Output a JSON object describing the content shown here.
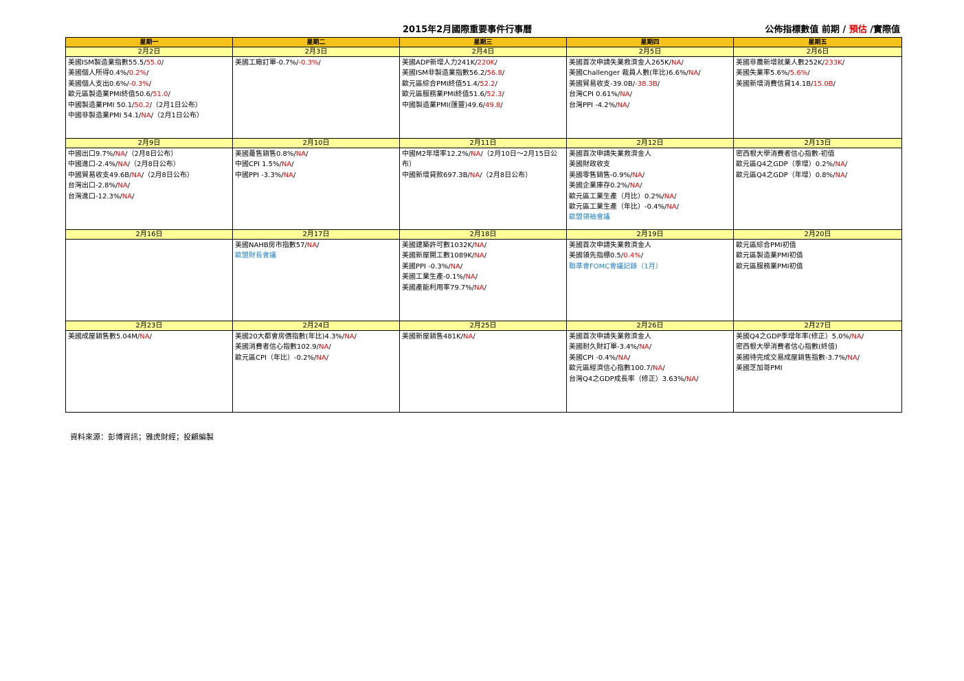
{
  "title": "2015年2月國際重要事件行事曆",
  "legend": {
    "a": "公佈指標數值  前期 / ",
    "b": "預估",
    "c": " /實際值"
  },
  "colors": {
    "header": "#f5c21b",
    "date": "#ffff99",
    "forecast": "#e60000",
    "event": "#1f7fc4"
  },
  "weekdays": [
    "星期一",
    "星期二",
    "星期三",
    "星期四",
    "星期五"
  ],
  "weeks": [
    {
      "days": [
        {
          "date": "2月2日",
          "events": [
            [
              [
                "美國ISM製造業指數55.5/",
                ""
              ],
              [
                "55.0",
                "red"
              ],
              [
                "/",
                ""
              ]
            ],
            [
              [
                "美國個人所得0.4%/",
                ""
              ],
              [
                "0.2%",
                "red"
              ],
              [
                "/",
                ""
              ]
            ],
            [
              [
                "美國個人支出0.6%/",
                ""
              ],
              [
                "-0.3%",
                "red"
              ],
              [
                "/",
                ""
              ]
            ],
            [
              [
                "歐元區製造業PMI終值50.6/",
                ""
              ],
              [
                "51.0",
                "red"
              ],
              [
                "/",
                ""
              ]
            ],
            [
              [
                "中國製造業PMI 50.1/",
                ""
              ],
              [
                "50.2",
                "red"
              ],
              [
                "/（2月1日公布）",
                ""
              ]
            ],
            [
              [
                "中國非製造業PMI 54.1/",
                ""
              ],
              [
                "NA",
                "red"
              ],
              [
                "/（2月1日公布）",
                ""
              ]
            ]
          ]
        },
        {
          "date": "2月3日",
          "events": [
            [
              [
                "美國工廠訂單-0.7%/",
                ""
              ],
              [
                "-0.3%",
                "red"
              ],
              [
                "/",
                ""
              ]
            ]
          ]
        },
        {
          "date": "2月4日",
          "events": [
            [
              [
                "美國ADP新增人力241K/",
                ""
              ],
              [
                "220K",
                "red"
              ],
              [
                "/",
                ""
              ]
            ],
            [
              [
                "美國ISM非製造業指數56.2/",
                ""
              ],
              [
                "56.8",
                "red"
              ],
              [
                "/",
                ""
              ]
            ],
            [
              [
                "歐元區綜合PMI終值51.4/",
                ""
              ],
              [
                "52.2",
                "red"
              ],
              [
                "/",
                ""
              ]
            ],
            [
              [
                "歐元區服務業PMI終值51.6/",
                ""
              ],
              [
                "52.3",
                "red"
              ],
              [
                "/",
                ""
              ]
            ],
            [
              [
                "中國製造業PMI(匯豐)49.6/",
                ""
              ],
              [
                "49.8",
                "red"
              ],
              [
                "/",
                ""
              ]
            ]
          ]
        },
        {
          "date": "2月5日",
          "events": [
            [
              [
                "美國首次申請失業救濟金人265K/",
                ""
              ],
              [
                "NA",
                "red"
              ],
              [
                "/",
                ""
              ]
            ],
            [
              [
                "美國Challenger 裁員人數(年比)6.6%/",
                ""
              ],
              [
                "NA",
                "red"
              ],
              [
                "/",
                ""
              ]
            ],
            [
              [
                "美國貿易收支-39.0B/",
                ""
              ],
              [
                "-38.3B",
                "red"
              ],
              [
                "/",
                ""
              ]
            ],
            [
              [
                "台灣CPI 0.61%/",
                ""
              ],
              [
                "NA",
                "red"
              ],
              [
                "/",
                ""
              ]
            ],
            [
              [
                "台灣PPI -4.2%/",
                ""
              ],
              [
                "NA",
                "red"
              ],
              [
                "/",
                ""
              ]
            ]
          ]
        },
        {
          "date": "2月6日",
          "events": [
            [
              [
                "美國非農新增就業人數252K/",
                ""
              ],
              [
                "233K",
                "red"
              ],
              [
                "/",
                ""
              ]
            ],
            [
              [
                "美國失業率5.6%/",
                ""
              ],
              [
                "5.6%",
                "red"
              ],
              [
                "/",
                ""
              ]
            ],
            [
              [
                "美國新增消費信貸14.1B/",
                ""
              ],
              [
                "15.0B",
                "red"
              ],
              [
                "/",
                ""
              ]
            ]
          ]
        }
      ]
    },
    {
      "days": [
        {
          "date": "2月9日",
          "events": [
            [
              [
                "中國出口9.7%/",
                ""
              ],
              [
                "NA",
                "red"
              ],
              [
                "/（2月8日公布）",
                ""
              ]
            ],
            [
              [
                "中國進口-2.4%/",
                ""
              ],
              [
                "NA",
                "red"
              ],
              [
                "/（2月8日公布）",
                ""
              ]
            ],
            [
              [
                "中國貿易收支49.6B/",
                ""
              ],
              [
                "NA",
                "red"
              ],
              [
                "/（2月8日公布）",
                ""
              ]
            ],
            [
              [
                "台灣出口-2.8%/",
                ""
              ],
              [
                "NA",
                "red"
              ],
              [
                "/",
                ""
              ]
            ],
            [
              [
                "台灣進口-12.3%/",
                ""
              ],
              [
                "NA",
                "red"
              ],
              [
                "/",
                ""
              ]
            ]
          ]
        },
        {
          "date": "2月10日",
          "events": [
            [
              [
                "美國躉售銷售0.8%/",
                ""
              ],
              [
                "NA",
                "red"
              ],
              [
                "/",
                ""
              ]
            ],
            [
              [
                "中國CPI 1.5%/",
                ""
              ],
              [
                "NA",
                "red"
              ],
              [
                "/",
                ""
              ]
            ],
            [
              [
                "中國PPI -3.3%/",
                ""
              ],
              [
                "NA",
                "red"
              ],
              [
                "/",
                ""
              ]
            ]
          ]
        },
        {
          "date": "2月11日",
          "events": [
            [
              [
                "中國M2年增率12.2%/",
                ""
              ],
              [
                "NA",
                "red"
              ],
              [
                "/（2月10日～2月15日公布）",
                ""
              ]
            ],
            [
              [
                "中國新增貸款697.3B/",
                ""
              ],
              [
                "NA",
                "red"
              ],
              [
                "/（2月8日公布）",
                ""
              ]
            ]
          ]
        },
        {
          "date": "2月12日",
          "events": [
            [
              [
                "美國首次申請失業救濟金人",
                ""
              ]
            ],
            [
              [
                "美國財政收支",
                ""
              ]
            ],
            [
              [
                "美國零售銷售-0.9%/",
                ""
              ],
              [
                "NA",
                "red"
              ],
              [
                "/",
                ""
              ]
            ],
            [
              [
                "美國企業庫存0.2%/",
                ""
              ],
              [
                "NA",
                "red"
              ],
              [
                "/",
                ""
              ]
            ],
            [
              [
                "歐元區工業生產（月比）0.2%/",
                ""
              ],
              [
                "NA",
                "red"
              ],
              [
                "/",
                ""
              ]
            ],
            [
              [
                "歐元區工業生產（年比）-0.4%/",
                ""
              ],
              [
                "NA",
                "red"
              ],
              [
                "/",
                ""
              ]
            ],
            [
              [
                "歐盟領袖會議",
                "blue"
              ]
            ]
          ]
        },
        {
          "date": "2月13日",
          "events": [
            [
              [
                "密西根大學消費者信心指數-初值",
                ""
              ]
            ],
            [
              [
                "歐元區Q4之GDP（季增）0.2%/",
                ""
              ],
              [
                "NA",
                "red"
              ],
              [
                "/",
                ""
              ]
            ],
            [
              [
                "歐元區Q4之GDP（年增）0.8%/",
                ""
              ],
              [
                "NA",
                "red"
              ],
              [
                "/",
                ""
              ]
            ]
          ]
        }
      ]
    },
    {
      "days": [
        {
          "date": "2月16日",
          "events": []
        },
        {
          "date": "2月17日",
          "events": [
            [
              [
                "美國NAHB房市指數57/",
                ""
              ],
              [
                "NA",
                "red"
              ],
              [
                "/",
                ""
              ]
            ],
            [
              [
                "歐盟財長會議",
                "blue"
              ]
            ]
          ]
        },
        {
          "date": "2月18日",
          "events": [
            [
              [
                "美國建築許可數1032K/",
                ""
              ],
              [
                "NA",
                "red"
              ],
              [
                "/",
                ""
              ]
            ],
            [
              [
                "美國新屋開工數1089K/",
                ""
              ],
              [
                "NA",
                "red"
              ],
              [
                "/",
                ""
              ]
            ],
            [
              [
                "美國PPI -0.3%/",
                ""
              ],
              [
                "NA",
                "red"
              ],
              [
                "/",
                ""
              ]
            ],
            [
              [
                "美國工業生產-0.1%/",
                ""
              ],
              [
                "NA",
                "red"
              ],
              [
                "/",
                ""
              ]
            ],
            [
              [
                "美國產能利用率79.7%/",
                ""
              ],
              [
                "NA",
                "red"
              ],
              [
                "/",
                ""
              ]
            ]
          ]
        },
        {
          "date": "2月19日",
          "events": [
            [
              [
                "美國首次申請失業救濟金人",
                ""
              ]
            ],
            [
              [
                "美國領先指標0.5/",
                ""
              ],
              [
                "0.4%",
                "red"
              ],
              [
                "/",
                ""
              ]
            ],
            [
              [
                "聯準會FOMC會議記錄（1月）",
                "blue"
              ]
            ]
          ]
        },
        {
          "date": "2月20日",
          "events": [
            [
              [
                "歐元區綜合PMI初值",
                ""
              ]
            ],
            [
              [
                "歐元區製造業PMI初值",
                ""
              ]
            ],
            [
              [
                "歐元區服務業PMI初值",
                ""
              ]
            ]
          ]
        }
      ]
    },
    {
      "days": [
        {
          "date": "2月23日",
          "events": [
            [
              [
                "美國成屋銷售數5.04M/",
                ""
              ],
              [
                "NA",
                "red"
              ],
              [
                "/",
                ""
              ]
            ]
          ]
        },
        {
          "date": "2月24日",
          "events": [
            [
              [
                "美國20大都會房價指數(年比)4.3%/",
                ""
              ],
              [
                "NA",
                "red"
              ],
              [
                "/",
                ""
              ]
            ],
            [
              [
                "美國消費者信心指數102.9/",
                ""
              ],
              [
                "NA",
                "red"
              ],
              [
                "/",
                ""
              ]
            ],
            [
              [
                "歐元區CPI（年比）-0.2%/",
                ""
              ],
              [
                "NA",
                "red"
              ],
              [
                "/",
                ""
              ]
            ]
          ]
        },
        {
          "date": "2月25日",
          "events": [
            [
              [
                "美國新屋銷售481K/",
                ""
              ],
              [
                "NA",
                "red"
              ],
              [
                "/",
                ""
              ]
            ]
          ]
        },
        {
          "date": "2月26日",
          "events": [
            [
              [
                "美國首次申請失業救濟金人",
                ""
              ]
            ],
            [
              [
                "美國耐久財訂單-3.4%/",
                ""
              ],
              [
                "NA",
                "red"
              ],
              [
                "/",
                ""
              ]
            ],
            [
              [
                "美國CPI  -0.4%/",
                ""
              ],
              [
                "NA",
                "red"
              ],
              [
                "/",
                ""
              ]
            ],
            [
              [
                "歐元區經濟信心指數100.7/",
                ""
              ],
              [
                "NA",
                "red"
              ],
              [
                "/",
                ""
              ]
            ],
            [
              [
                "台灣Q4之GDP成長率（修正）3.63%/",
                ""
              ],
              [
                "NA",
                "red"
              ],
              [
                "/",
                ""
              ]
            ]
          ]
        },
        {
          "date": "2月27日",
          "events": [
            [
              [
                "美國Q4之GDP季增年率(修正）5.0%/",
                ""
              ],
              [
                "NA",
                "red"
              ],
              [
                "/",
                ""
              ]
            ],
            [
              [
                "密西根大學消費者信心指數(終值)",
                ""
              ]
            ],
            [
              [
                "美國待完成交易成屋銷售指數-3.7%/",
                ""
              ],
              [
                "NA",
                "red"
              ],
              [
                "/",
                ""
              ]
            ],
            [
              [
                "美國芝加哥PMI",
                ""
              ]
            ]
          ]
        }
      ]
    }
  ],
  "source": "資料來源：彭博資訊；雅虎財經；投顧編製"
}
